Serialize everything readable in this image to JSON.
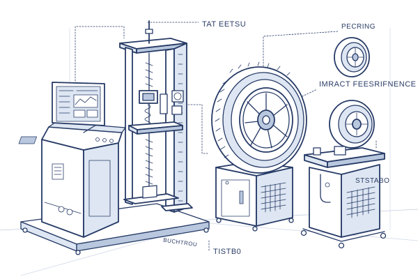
{
  "labels": {
    "top_center": "TAT EETSU",
    "top_right": "PECRING",
    "middle_right": "IMRACT FEESRIFNENCE",
    "cabinet_right": "STSTABO",
    "floor_small": "BUCHTROU",
    "floor_main": "TISTB0"
  },
  "colors": {
    "ink": "#263a66",
    "fill_light": "#dde6f2",
    "fill_mid": "#b9c8de",
    "background": "#ffffff"
  }
}
